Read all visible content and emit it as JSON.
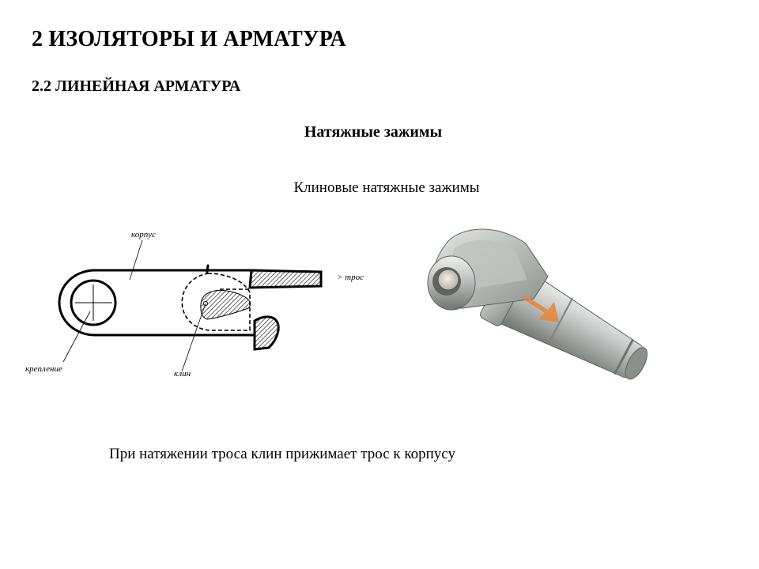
{
  "title": "2 ИЗОЛЯТОРЫ И АРМАТУРА",
  "subtitle": "2.2 ЛИНЕЙНАЯ АРМАТУРА",
  "section_title": "Натяжные зажимы",
  "subsection_title": "Клиновые натяжные зажимы",
  "scheme": {
    "label_body": "корпус",
    "label_cable": "> трос",
    "label_mount": "крепление",
    "label_wedge": "клин"
  },
  "caption": "При натяжении троса клин прижимает трос к корпусу"
}
